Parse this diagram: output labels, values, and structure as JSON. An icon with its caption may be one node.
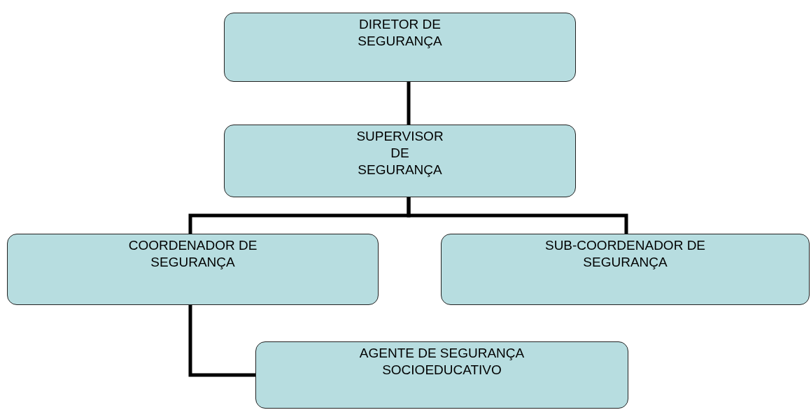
{
  "diagram": {
    "nodes": [
      {
        "text": [
          "DIRETOR DE SEGURANÇA"
        ]
      },
      {
        "text": [
          "SUPERVISOR DE SEGURANÇA"
        ]
      },
      {
        "text": [
          "COORDENADOR DE SEGURANÇA"
        ]
      },
      {
        "text": [
          "SUB-COORDENADOR DE SEGURANÇA"
        ]
      },
      {
        "text": [
          "AGENTE DE SEGURANÇA SOCIOEDUCATIVO"
        ]
      }
    ],
    "edges": [
      {
        "from": 0,
        "to": 1,
        "arrow": "none"
      },
      {
        "from": 1,
        "to": 2,
        "arrow": "none"
      },
      {
        "from": 1,
        "to": 3,
        "arrow": "none"
      },
      {
        "from": 2,
        "to": 4,
        "arrow": "none"
      }
    ]
  }
}
